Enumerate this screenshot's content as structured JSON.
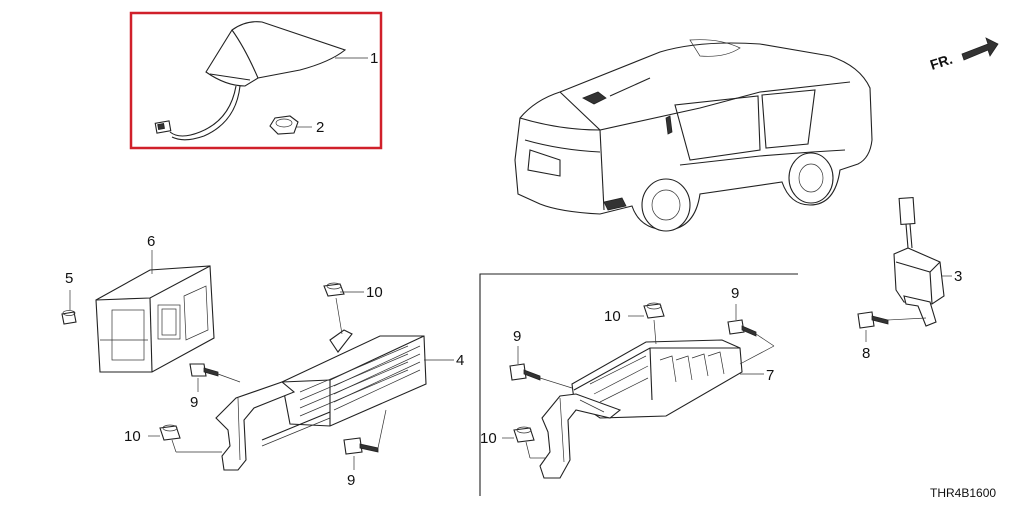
{
  "diagram": {
    "code": "THR4B1600",
    "direction_marker": "FR.",
    "highlight_color": "#d0202a",
    "callouts": {
      "c1": "1",
      "c2": "2",
      "c3": "3",
      "c4": "4",
      "c5": "5",
      "c6": "6",
      "c7": "7",
      "c8": "8",
      "c9a": "9",
      "c9b": "9",
      "c9c": "9",
      "c9d": "9",
      "c10a": "10",
      "c10b": "10",
      "c10c": "10",
      "c10d": "10"
    }
  }
}
